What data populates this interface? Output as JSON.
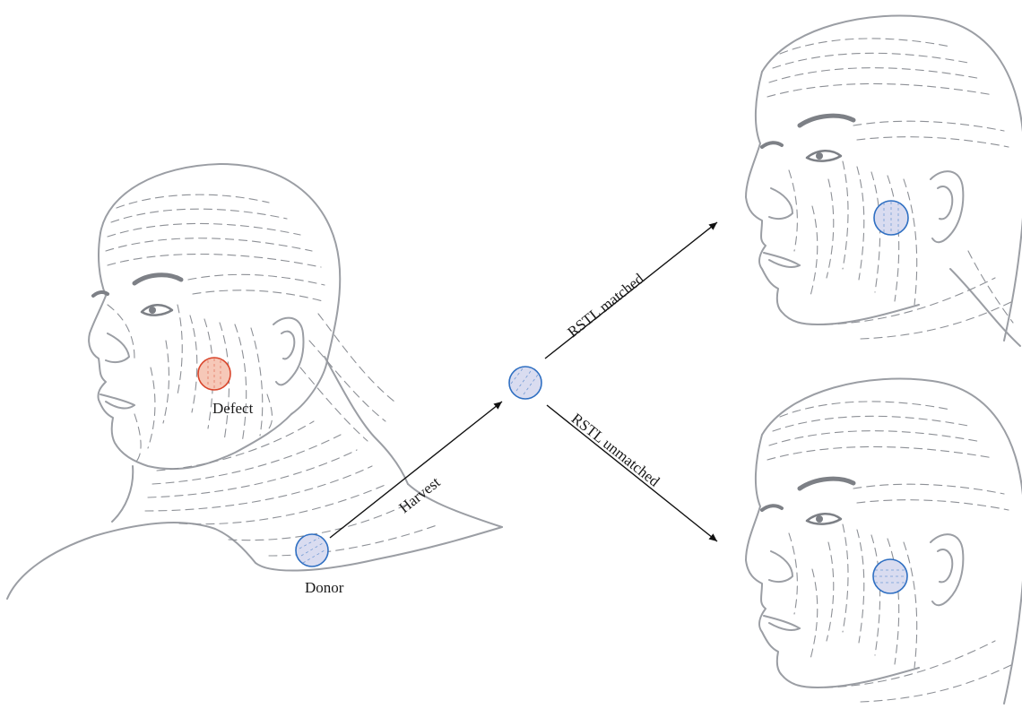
{
  "labels": {
    "defect": "Defect",
    "donor": "Donor",
    "harvest": "Harvest",
    "matched": "RSTL matched",
    "unmatched": "RSTL unmatched"
  },
  "colors": {
    "sketch_line": "#9b9ea4",
    "skin_line": "#8d9096",
    "defect_stroke": "#d9452b",
    "defect_fill": "#f6c8b8",
    "graft_stroke": "#2f6fc2",
    "graft_fill": "#d9dcf0",
    "arrow": "#111111"
  },
  "icons": {
    "main_head": "head-three-quarter-sketch",
    "result_head": "head-profile-sketch",
    "graft": "skin-graft-disc"
  }
}
